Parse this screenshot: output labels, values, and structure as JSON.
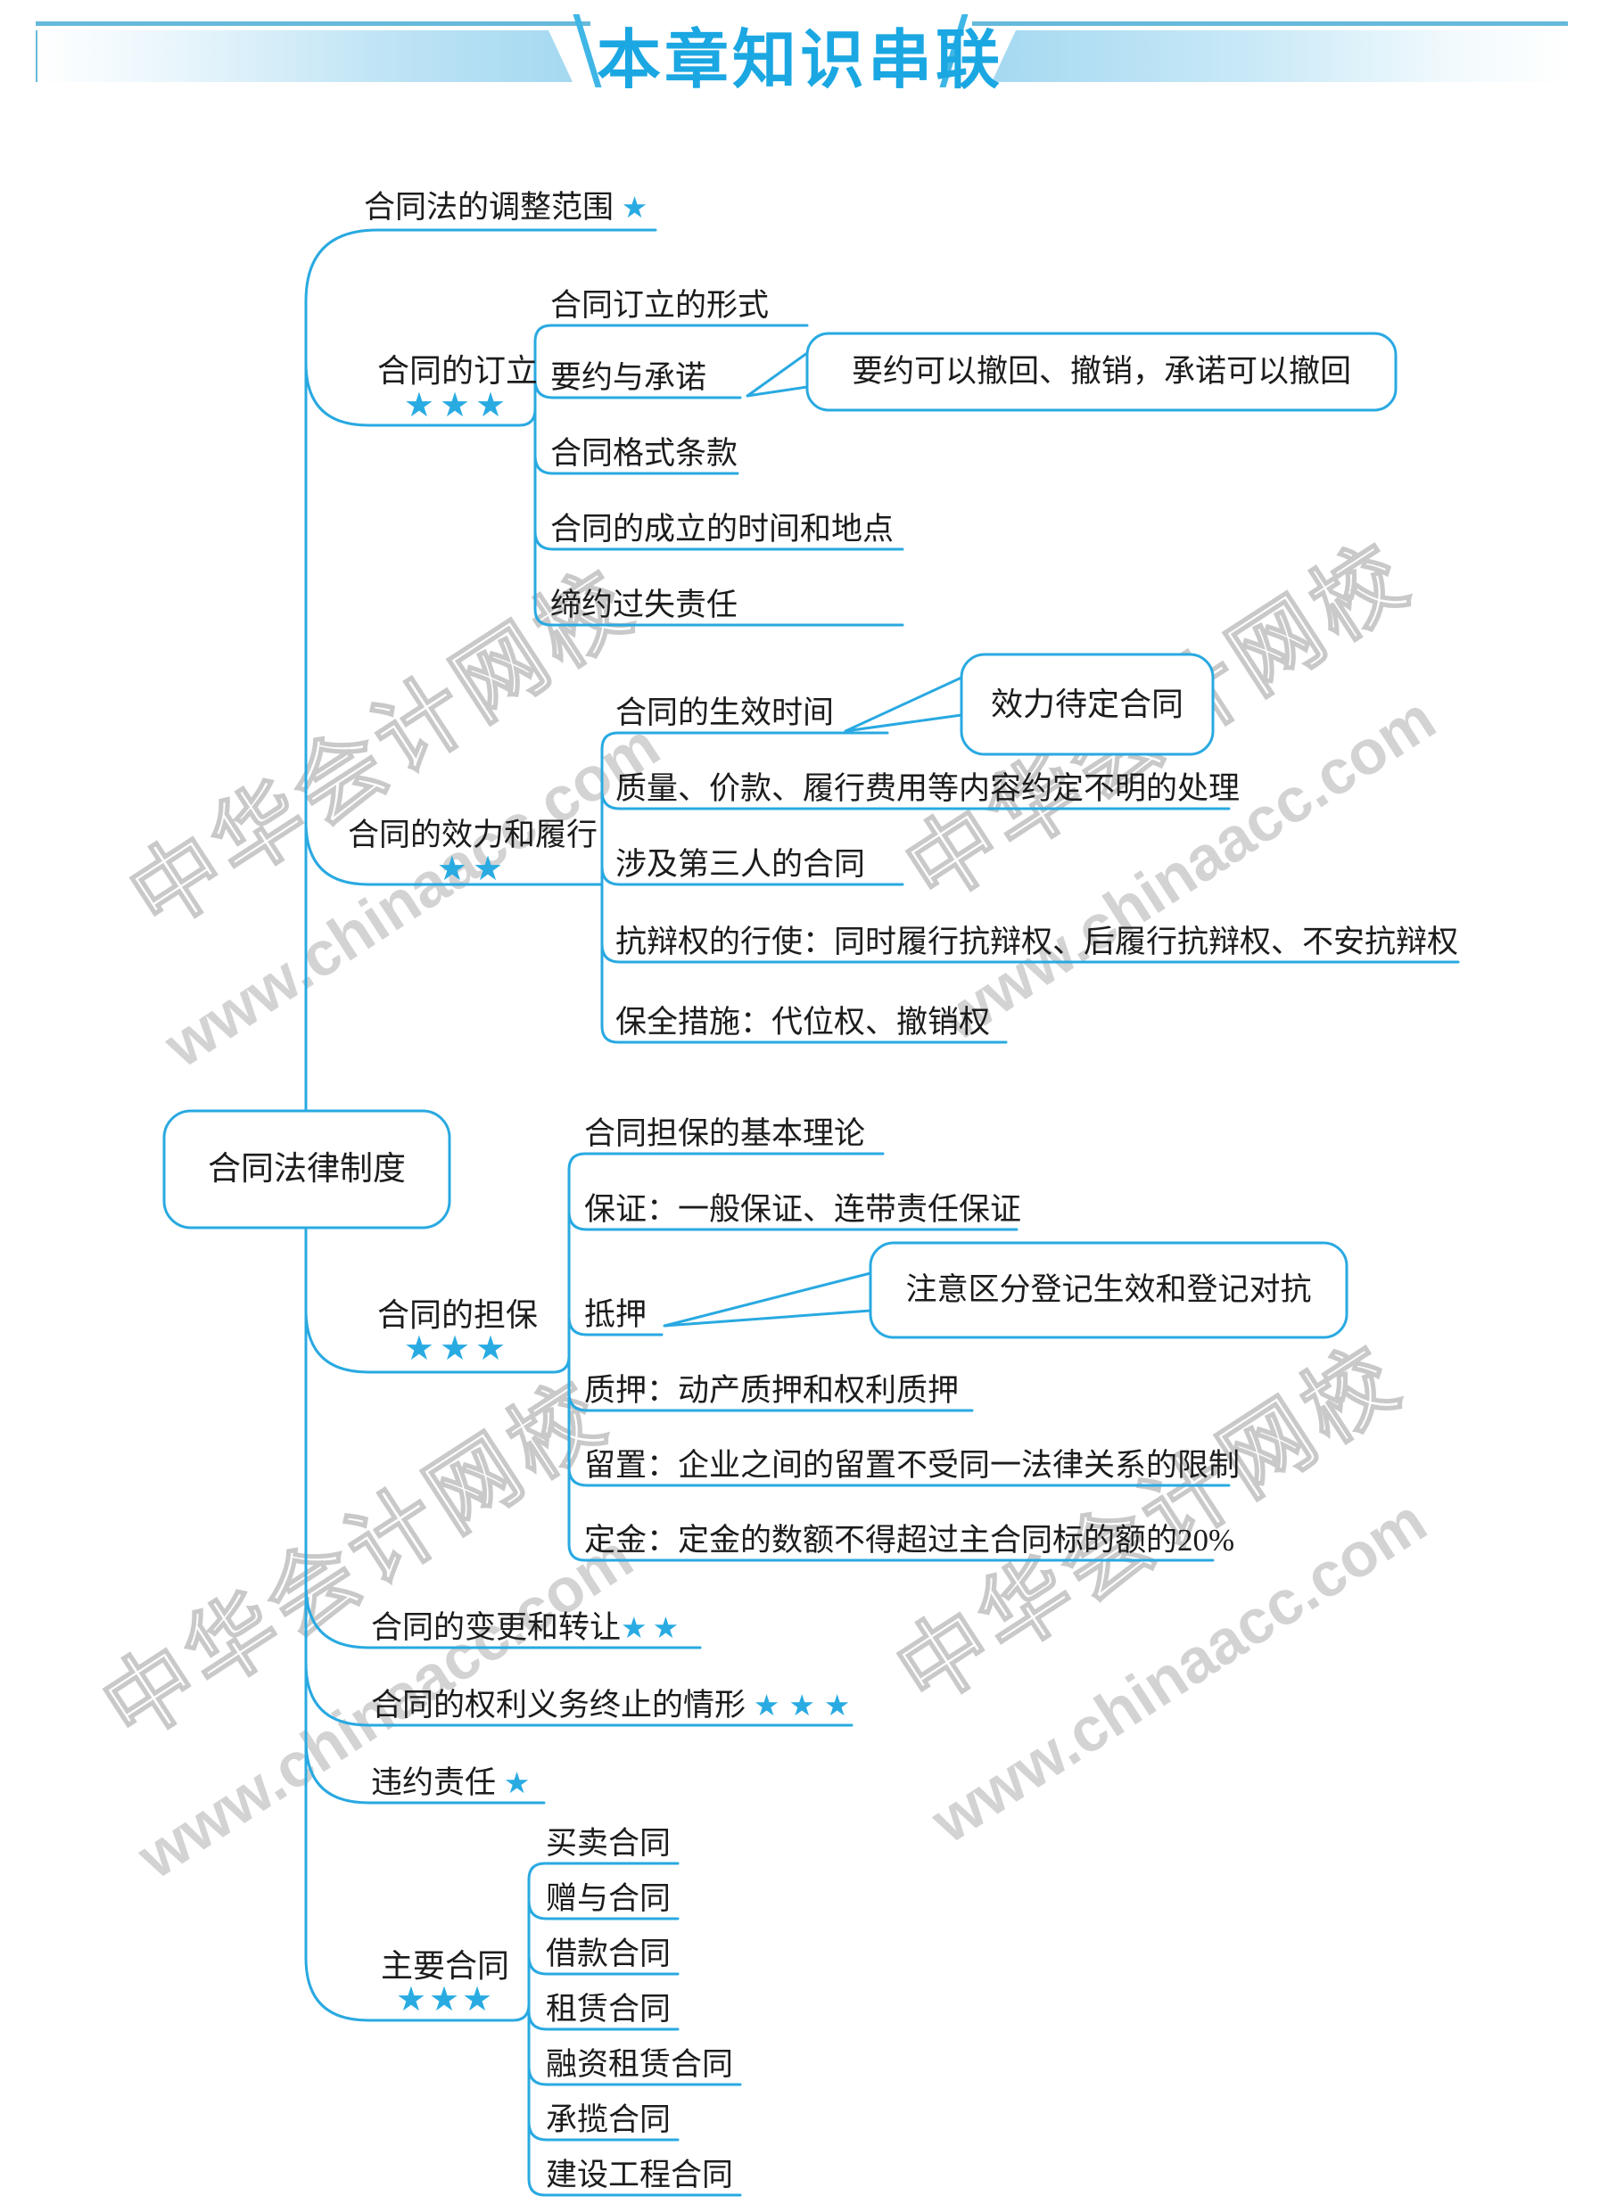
{
  "header": {
    "title": "本章知识串联"
  },
  "watermark": {
    "cn": "中华会计网校",
    "url": "www.chinaacc.com"
  },
  "colors": {
    "line": "#29A9E1",
    "star": "#29ABE2",
    "title": "#1BA7E2",
    "bar_light_blue": "#A5D9F1"
  },
  "root": {
    "label": "合同法律制度"
  },
  "branches": [
    {
      "label": "合同法的调整范围",
      "stars": "★"
    },
    {
      "label": "合同的订立",
      "stars": "★★★",
      "children": [
        {
          "label": "合同订立的形式"
        },
        {
          "label": "要约与承诺",
          "callout": "要约可以撤回、撤销，承诺可以撤回"
        },
        {
          "label": "合同格式条款"
        },
        {
          "label": "合同的成立的时间和地点"
        },
        {
          "label": "缔约过失责任"
        }
      ]
    },
    {
      "label": "合同的效力和履行",
      "stars": "★★",
      "children": [
        {
          "label": "合同的生效时间",
          "callout": "效力待定合同"
        },
        {
          "label": "质量、价款、履行费用等内容约定不明的处理"
        },
        {
          "label": "涉及第三人的合同"
        },
        {
          "label": "抗辩权的行使：同时履行抗辩权、后履行抗辩权、不安抗辩权"
        },
        {
          "label": "保全措施：代位权、撤销权"
        }
      ]
    },
    {
      "label": "合同的担保",
      "stars": "★★★",
      "children": [
        {
          "label": "合同担保的基本理论"
        },
        {
          "label": "保证：一般保证、连带责任保证"
        },
        {
          "label": "抵押",
          "callout": "注意区分登记生效和登记对抗"
        },
        {
          "label": "质押：动产质押和权利质押"
        },
        {
          "label": "留置：企业之间的留置不受同一法律关系的限制"
        },
        {
          "label": "定金：定金的数额不得超过主合同标的额的20%"
        }
      ]
    },
    {
      "label": "合同的变更和转让",
      "stars": "★★"
    },
    {
      "label": "合同的权利义务终止的情形",
      "stars": "★★★"
    },
    {
      "label": "违约责任",
      "stars": "★"
    },
    {
      "label": "主要合同",
      "stars": "★★★",
      "children": [
        {
          "label": "买卖合同"
        },
        {
          "label": "赠与合同"
        },
        {
          "label": "借款合同"
        },
        {
          "label": "租赁合同"
        },
        {
          "label": "融资租赁合同"
        },
        {
          "label": "承揽合同"
        },
        {
          "label": "建设工程合同"
        }
      ]
    }
  ]
}
